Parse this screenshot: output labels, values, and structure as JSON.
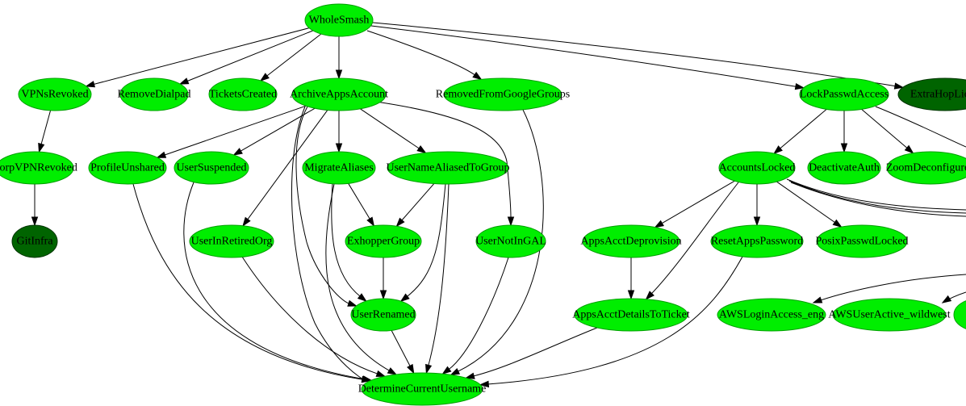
{
  "colors": {
    "node_fill": "#00ee00",
    "node_fill_dark": "#006400",
    "node_stroke": "#00a000",
    "edge": "#000000"
  },
  "nodes": {
    "WholeSmash": {
      "label": "WholeSmash",
      "style": "normal"
    },
    "VPNsRevoked": {
      "label": "VPNsRevoked",
      "style": "normal"
    },
    "RemoveDialpad": {
      "label": "RemoveDialpad",
      "style": "normal"
    },
    "TicketsCreated": {
      "label": "TicketsCreated",
      "style": "normal"
    },
    "ArchiveAppsAccount": {
      "label": "ArchiveAppsAccount",
      "style": "normal"
    },
    "RemovedFromGoogleGroups": {
      "label": "RemovedFromGoogleGroups",
      "style": "normal"
    },
    "LockPasswdAccess": {
      "label": "LockPasswdAccess",
      "style": "normal"
    },
    "ExtraHopLicense": {
      "label": "ExtraHopLicen",
      "style": "dark"
    },
    "CorpVPNRevoked": {
      "label": "CorpVPNRevoked",
      "style": "normal"
    },
    "GitInfra": {
      "label": "GitInfra",
      "style": "dark"
    },
    "ProfileUnshared": {
      "label": "ProfileUnshared",
      "style": "normal"
    },
    "UserSuspended": {
      "label": "UserSuspended",
      "style": "normal"
    },
    "MigrateAliases": {
      "label": "MigrateAliases",
      "style": "normal"
    },
    "UserNameAliasedToGroup": {
      "label": "UserNameAliasedToGroup",
      "style": "normal"
    },
    "UserInRetiredOrg": {
      "label": "UserInRetiredOrg",
      "style": "normal"
    },
    "ExhopperGroup": {
      "label": "ExhopperGroup",
      "style": "normal"
    },
    "UserNotInGAL": {
      "label": "UserNotInGAL",
      "style": "normal"
    },
    "UserRenamed": {
      "label": "UserRenamed",
      "style": "normal"
    },
    "DetermineCurrentUsername": {
      "label": "DetermineCurrentUsername",
      "style": "normal"
    },
    "AccountsLocked": {
      "label": "AccountsLocked",
      "style": "normal"
    },
    "DeactivateAuth": {
      "label": "DeactivateAuth",
      "style": "normal"
    },
    "ZoomDeconfigured": {
      "label": "ZoomDeconfigured",
      "style": "normal"
    },
    "AppsAcctDeprovision": {
      "label": "AppsAcctDeprovision",
      "style": "normal"
    },
    "ResetAppsPassword": {
      "label": "ResetAppsPassword",
      "style": "normal"
    },
    "PosixPasswdLocked": {
      "label": "PosixPasswdLocked",
      "style": "normal"
    },
    "AppsAcctDetailsToTicket": {
      "label": "AppsAcctDetailsToTicket",
      "style": "normal"
    },
    "AWSLoginAccess_eng": {
      "label": "AWSLoginAccess_eng",
      "style": "normal"
    },
    "AWSUserActive_wildwest": {
      "label": "AWSUserActive_wildwest",
      "style": "normal"
    },
    "OffscreenNode": {
      "label": "",
      "style": "normal"
    }
  },
  "edges": [
    {
      "from": "WholeSmash",
      "to": "VPNsRevoked"
    },
    {
      "from": "WholeSmash",
      "to": "RemoveDialpad"
    },
    {
      "from": "WholeSmash",
      "to": "TicketsCreated"
    },
    {
      "from": "WholeSmash",
      "to": "ArchiveAppsAccount"
    },
    {
      "from": "WholeSmash",
      "to": "RemovedFromGoogleGroups"
    },
    {
      "from": "WholeSmash",
      "to": "LockPasswdAccess"
    },
    {
      "from": "WholeSmash",
      "to": "ExtraHopLicense"
    },
    {
      "from": "VPNsRevoked",
      "to": "CorpVPNRevoked"
    },
    {
      "from": "CorpVPNRevoked",
      "to": "GitInfra"
    },
    {
      "from": "ArchiveAppsAccount",
      "to": "ProfileUnshared"
    },
    {
      "from": "ArchiveAppsAccount",
      "to": "UserSuspended"
    },
    {
      "from": "ArchiveAppsAccount",
      "to": "MigrateAliases"
    },
    {
      "from": "ArchiveAppsAccount",
      "to": "UserNameAliasedToGroup"
    },
    {
      "from": "ArchiveAppsAccount",
      "to": "UserInRetiredOrg"
    },
    {
      "from": "ArchiveAppsAccount",
      "to": "UserRenamed"
    },
    {
      "from": "ArchiveAppsAccount",
      "to": "UserNotInGAL"
    },
    {
      "from": "ArchiveAppsAccount",
      "to": "DetermineCurrentUsername"
    },
    {
      "from": "MigrateAliases",
      "to": "ExhopperGroup"
    },
    {
      "from": "MigrateAliases",
      "to": "UserRenamed"
    },
    {
      "from": "MigrateAliases",
      "to": "DetermineCurrentUsername"
    },
    {
      "from": "UserNameAliasedToGroup",
      "to": "ExhopperGroup"
    },
    {
      "from": "UserNameAliasedToGroup",
      "to": "UserRenamed"
    },
    {
      "from": "UserNameAliasedToGroup",
      "to": "DetermineCurrentUsername"
    },
    {
      "from": "ExhopperGroup",
      "to": "UserRenamed"
    },
    {
      "from": "UserRenamed",
      "to": "DetermineCurrentUsername"
    },
    {
      "from": "ProfileUnshared",
      "to": "DetermineCurrentUsername"
    },
    {
      "from": "UserSuspended",
      "to": "DetermineCurrentUsername"
    },
    {
      "from": "UserInRetiredOrg",
      "to": "DetermineCurrentUsername"
    },
    {
      "from": "UserNotInGAL",
      "to": "DetermineCurrentUsername"
    },
    {
      "from": "RemovedFromGoogleGroups",
      "to": "DetermineCurrentUsername"
    },
    {
      "from": "AppsAcctDetailsToTicket",
      "to": "DetermineCurrentUsername"
    },
    {
      "from": "ResetAppsPassword",
      "to": "DetermineCurrentUsername"
    },
    {
      "from": "LockPasswdAccess",
      "to": "AccountsLocked"
    },
    {
      "from": "LockPasswdAccess",
      "to": "DeactivateAuth"
    },
    {
      "from": "LockPasswdAccess",
      "to": "ZoomDeconfigured"
    },
    {
      "from": "AccountsLocked",
      "to": "AppsAcctDeprovision"
    },
    {
      "from": "AccountsLocked",
      "to": "ResetAppsPassword"
    },
    {
      "from": "AccountsLocked",
      "to": "PosixPasswdLocked"
    },
    {
      "from": "AccountsLocked",
      "to": "AppsAcctDetailsToTicket"
    },
    {
      "from": "AppsAcctDeprovision",
      "to": "AppsAcctDetailsToTicket"
    }
  ]
}
